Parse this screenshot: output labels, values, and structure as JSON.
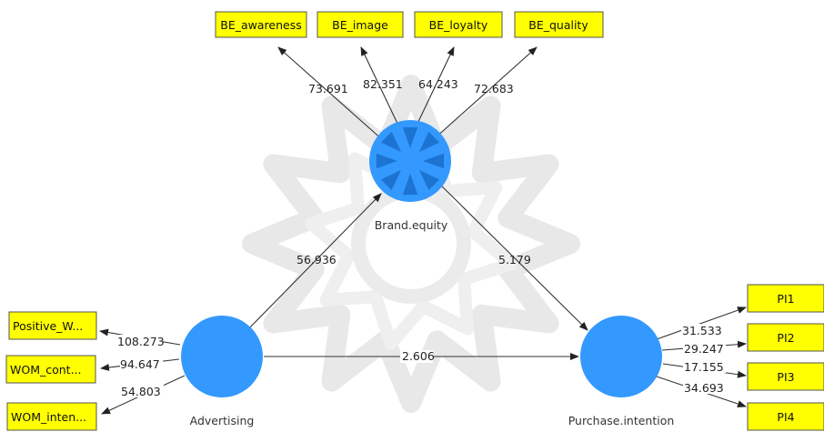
{
  "latent_variables": {
    "brand_equity": {
      "label": "Brand.equity",
      "selected": true,
      "color": "#3399ff",
      "indicators": [
        {
          "label": "BE_awareness",
          "value": "73.691"
        },
        {
          "label": "BE_image",
          "value": "82.351"
        },
        {
          "label": "BE_loyalty",
          "value": "64.243"
        },
        {
          "label": "BE_quality",
          "value": "72.683"
        }
      ]
    },
    "advertising": {
      "label": "Advertising",
      "color": "#3399ff",
      "indicators": [
        {
          "label": "Positive_W...",
          "value": "108.273"
        },
        {
          "label": "WOM_cont...",
          "value": "94.647"
        },
        {
          "label": "WOM_inten...",
          "value": "54.803"
        }
      ]
    },
    "purchase_intention": {
      "label": "Purchase.intention",
      "color": "#3399ff",
      "indicators": [
        {
          "label": "PI1",
          "value": "31.533"
        },
        {
          "label": "PI2",
          "value": "29.247"
        },
        {
          "label": "PI3",
          "value": "17.155"
        },
        {
          "label": "PI4",
          "value": "34.693"
        }
      ]
    }
  },
  "paths": {
    "advertising_to_brand_equity": "56.936",
    "brand_equity_to_purchase_intention": "5.179",
    "advertising_to_purchase_intention": "2.606"
  },
  "colors": {
    "indicator_fill": "#ffff00",
    "latent_fill": "#3399ff",
    "watermark": "#d9d9d9"
  }
}
